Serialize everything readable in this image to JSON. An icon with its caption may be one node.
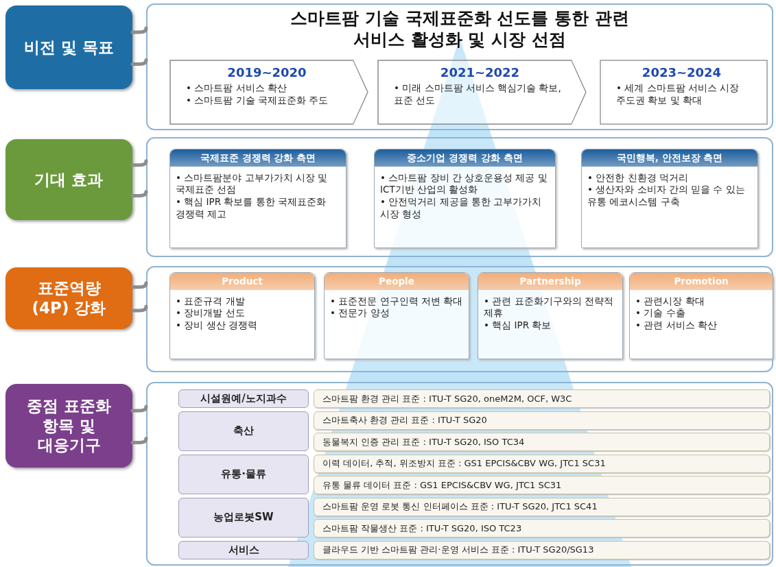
{
  "diagram": {
    "nodes": [
      {
        "text": [
          "비전 및 목표"
        ]
      },
      {
        "text": [
          "스마트팜 기술 국제표준화 선도를 통한 관련 서비스 활성화 및 시장 선점"
        ]
      },
      {
        "text": [
          "2019~2020",
          "• 스마트팜 서비스 확산",
          "• 스마트팜 기술 국제표준화 주도"
        ],
        "in": 1
      },
      {
        "text": [
          "2021~2022",
          "• 미래 스마트팜 서비스 핵심기술 확보, 표준 선도"
        ],
        "in": 1
      },
      {
        "text": [
          "2023~2024",
          "• 세계 스마트팜 서비스 시장 주도권 확보 및 확대"
        ],
        "in": 1
      },
      {
        "text": [
          "기대 효과"
        ]
      },
      {
        "text": [],
        "shape": "box"
      },
      {
        "text": [
          "국제표준 경쟁력 강화 측면",
          "• 스마트팜분야 고부가가치 시장 및 국제표준 선점",
          "• 핵심 IPR 확보를 통한 국제표준화 경쟁력 제고"
        ],
        "in": 6
      },
      {
        "text": [
          "중소기업 경쟁력 강화 측면",
          "• 스마트팜 장비 간 상호운용성 제공 및 ICT기반 산업의 활성화",
          "• 안전먹거리 제공을 통한 고부가가치 시장 형성"
        ],
        "in": 6
      },
      {
        "text": [
          "국민행복, 안전보장 측면",
          "• 안전한 친환경 먹거리",
          "• 생산자와 소비자 간의 믿을 수 있는 유통 에코시스템 구축"
        ],
        "in": 6
      },
      {
        "text": [
          "표준역량 (4P) 강화"
        ]
      },
      {
        "text": [],
        "shape": "box"
      },
      {
        "text": [
          "Product",
          "• 표준규격 개발",
          "• 장비개발 선도",
          "• 장비 생산 경쟁력"
        ],
        "in": 11
      },
      {
        "text": [
          "People",
          "• 표준전문 연구인력 저변 확대",
          "• 전문가 양성"
        ],
        "in": 11
      },
      {
        "text": [
          "Partnership",
          "• 관련 표준화기구와의 전략적 제휴",
          "• 핵심 IPR 확보"
        ],
        "in": 11
      },
      {
        "text": [
          "Promotion",
          "• 관련시장 확대",
          "• 기술 수출",
          "• 관련 서비스 확산"
        ],
        "in": 11
      },
      {
        "text": [
          "중점 표준화 항목 및 대응기구"
        ]
      },
      {
        "text": [],
        "shape": "box"
      },
      {
        "text": [
          "시설원예/노지과수"
        ],
        "in": 17
      },
      {
        "text": [
          "스마트팜 환경 관리 표준 : ITU-T SG20, oneM2M, OCF, W3C"
        ],
        "in": 17
      },
      {
        "text": [
          "축산"
        ],
        "in": 17
      },
      {
        "text": [
          "스마트축사 환경 관리 표준 : ITU-T SG20"
        ],
        "in": 17
      },
      {
        "text": [
          "동물복지 인증 관리 표준 : ITU-T SG20, ISO TC34"
        ],
        "in": 17
      },
      {
        "text": [
          "유통·물류"
        ],
        "in": 17
      },
      {
        "text": [
          "이력 데이터, 추적, 위조방지 표준 : GS1 EPCIS&CBV WG, JTC1 SC31"
        ],
        "in": 17
      },
      {
        "text": [
          "유통 물류 데이터 표준 : GS1 EPCIS&CBV WG, JTC1 SC31"
        ],
        "in": 17
      },
      {
        "text": [
          "농업로봇SW"
        ],
        "in": 17
      },
      {
        "text": [
          "스마트팜 운영 로봇 통신 인터페이스 표준 : ITU-T SG20, JTC1 SC41"
        ],
        "in": 17
      },
      {
        "text": [
          "스마트팜 작물생산 표준 : ITU-T SG20, ISO TC23"
        ],
        "in": 17
      },
      {
        "text": [
          "서비스"
        ],
        "in": 17
      },
      {
        "text": [
          "클라우드 기반 스마트팜 관리·운영 서비스 표준 : ITU-T SG20/SG13"
        ],
        "in": 17
      }
    ],
    "edges": [
      {
        "from": 0,
        "to": 1,
        "arrow": "none"
      },
      {
        "from": 0,
        "to": 1,
        "arrow": "none"
      },
      {
        "from": 5,
        "to": 6,
        "arrow": "none"
      },
      {
        "from": 5,
        "to": 6,
        "arrow": "none"
      },
      {
        "from": 10,
        "to": 11,
        "arrow": "none"
      },
      {
        "from": 10,
        "to": 11,
        "arrow": "none"
      },
      {
        "from": 16,
        "to": 17,
        "arrow": "none"
      },
      {
        "from": 16,
        "to": 17,
        "arrow": "none"
      }
    ]
  }
}
